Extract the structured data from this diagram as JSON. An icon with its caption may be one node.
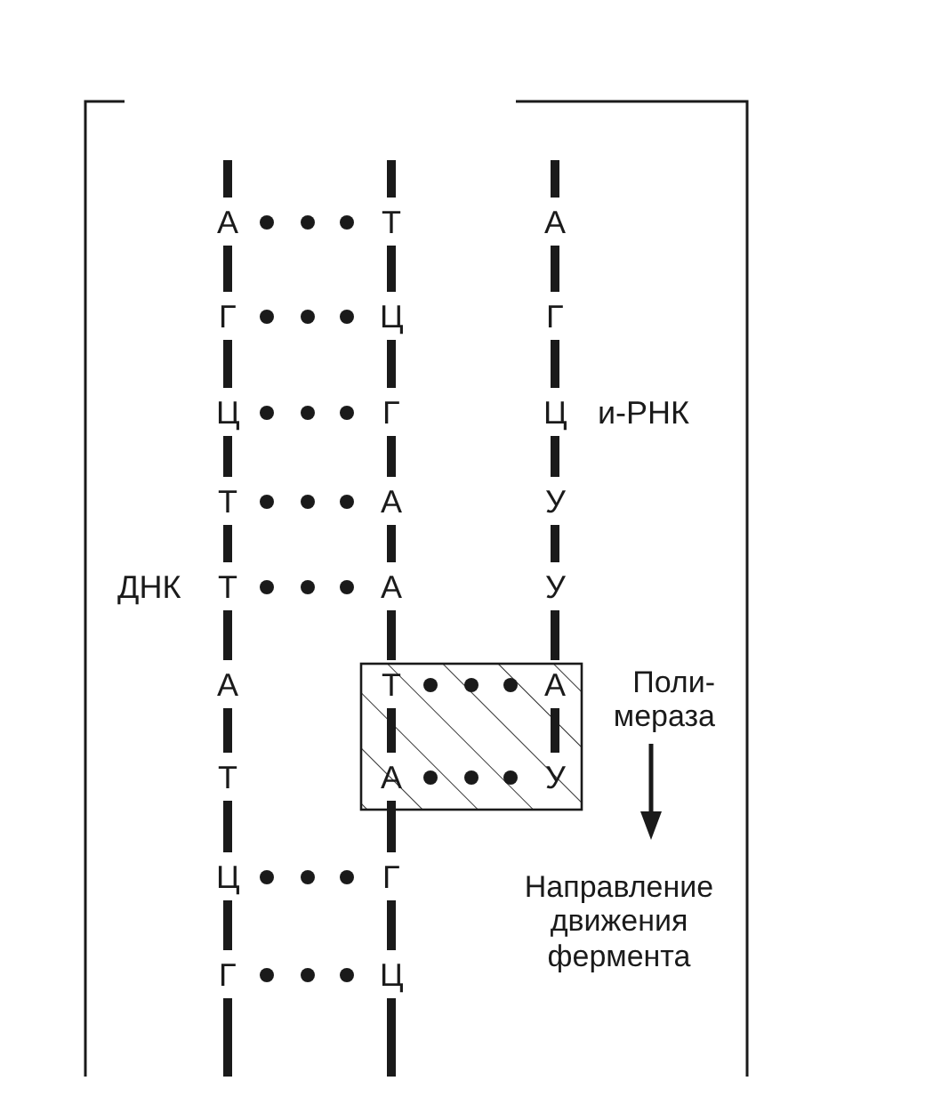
{
  "diagram": {
    "labels": [
      "А",
      "Т",
      "А",
      "Г",
      "Ц",
      "Г",
      "Ц",
      "Г",
      "Ц",
      "и-РНК",
      "Т",
      "А",
      "У",
      "ДНК",
      "Т",
      "А",
      "У",
      "А",
      "Т",
      "А",
      "Поли- мераза",
      "Т",
      "А",
      "У",
      "Ц",
      "Г",
      "Направление движения фермента",
      "Г",
      "Ц"
    ]
  }
}
